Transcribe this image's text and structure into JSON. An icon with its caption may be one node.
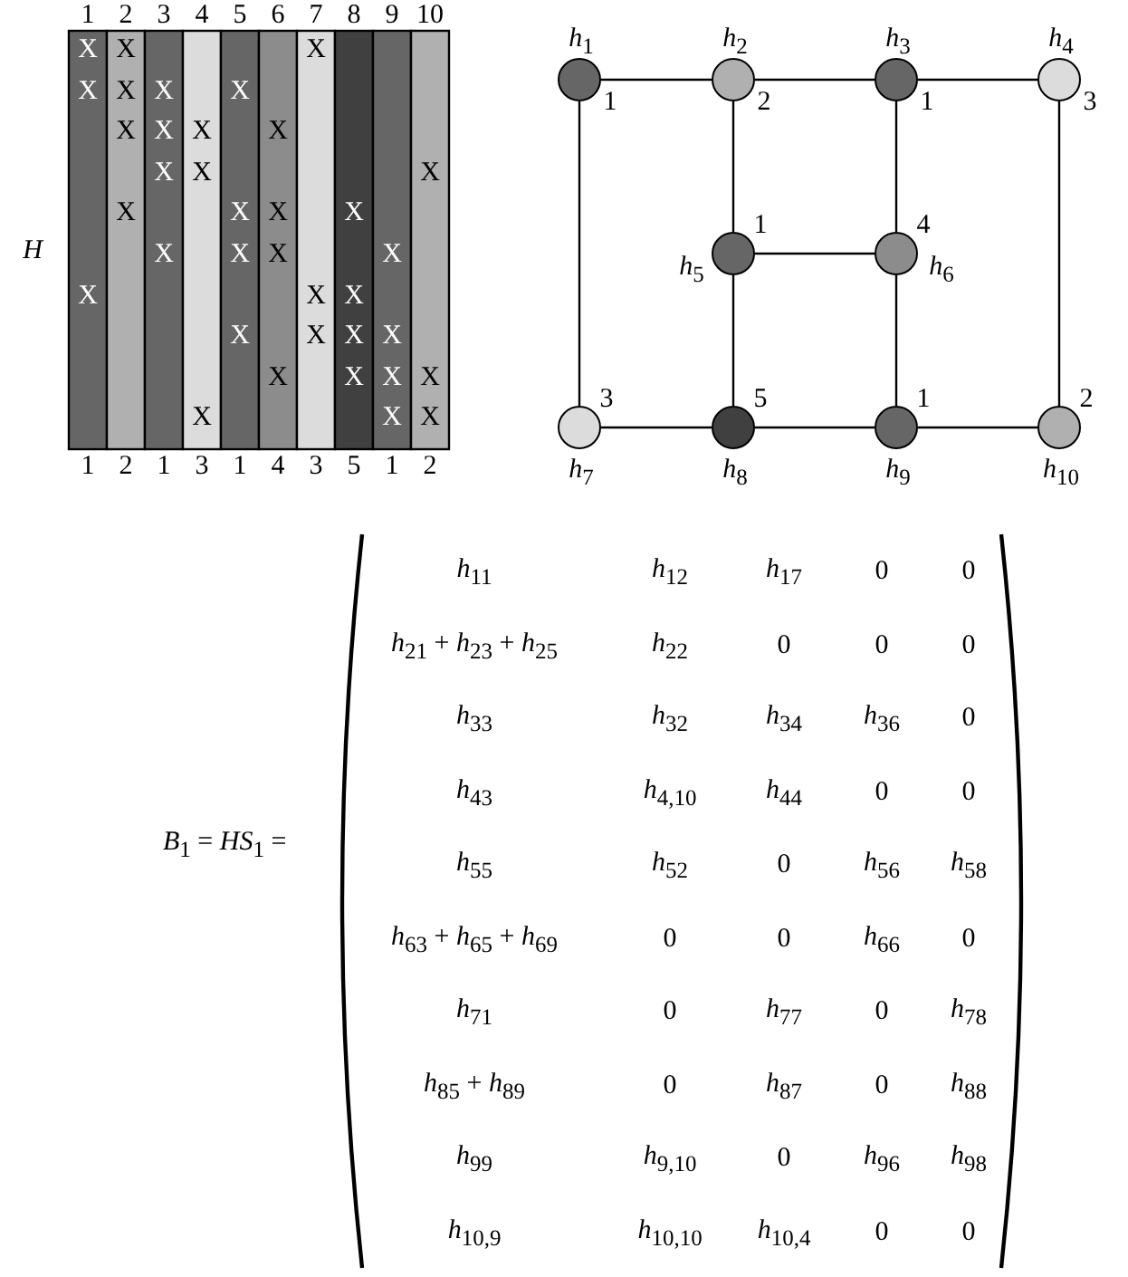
{
  "diagram": {
    "nodes": [
      {
        "text": [
          "*h*$_{1}$"
        ],
        "beside": [
          "1"
        ]
      },
      {
        "text": [
          "*h*$_{2}$"
        ],
        "beside": [
          "2"
        ]
      },
      {
        "text": [
          "*h*$_{3}$"
        ],
        "beside": [
          "1"
        ]
      },
      {
        "text": [
          "*h*$_{4}$"
        ],
        "beside": [
          "3"
        ]
      },
      {
        "text": [
          "*h*$_{5}$"
        ],
        "beside": [
          "1"
        ]
      },
      {
        "text": [
          "*h*$_{6}$"
        ],
        "beside": [
          "4"
        ]
      },
      {
        "text": [
          "*h*$_{7}$"
        ],
        "beside": [
          "3"
        ]
      },
      {
        "text": [
          "*h*$_{8}$"
        ],
        "beside": [
          "5"
        ]
      },
      {
        "text": [
          "*h*$_{9}$"
        ],
        "beside": [
          "1"
        ]
      },
      {
        "text": [
          "*h*$_{10}$"
        ],
        "beside": [
          "2"
        ]
      }
    ],
    "edges": [
      {
        "from": 0,
        "to": 1,
        "arrow": "none"
      },
      {
        "from": 1,
        "to": 2,
        "arrow": "none"
      },
      {
        "from": 2,
        "to": 3,
        "arrow": "none"
      },
      {
        "from": 0,
        "to": 6,
        "arrow": "none"
      },
      {
        "from": 1,
        "to": 4,
        "arrow": "none"
      },
      {
        "from": 2,
        "to": 5,
        "arrow": "none"
      },
      {
        "from": 3,
        "to": 9,
        "arrow": "none"
      },
      {
        "from": 4,
        "to": 5,
        "arrow": "none"
      },
      {
        "from": 4,
        "to": 7,
        "arrow": "none"
      },
      {
        "from": 5,
        "to": 8,
        "arrow": "none"
      },
      {
        "from": 6,
        "to": 7,
        "arrow": "none"
      },
      {
        "from": 7,
        "to": 8,
        "arrow": "none"
      },
      {
        "from": 8,
        "to": 9,
        "arrow": "none"
      }
    ],
    "labels": [
      "1",
      "2",
      "3",
      "4",
      "5",
      "6",
      "7",
      "8",
      "9",
      "10",
      "*H*",
      "X",
      "X",
      "X",
      "X",
      "X",
      "X",
      "X",
      "X",
      "X",
      "X",
      "X",
      "X",
      "X",
      "X",
      "X",
      "X",
      "X",
      "X",
      "X",
      "X",
      "X",
      "X",
      "X",
      "X",
      "X",
      "X",
      "X",
      "X",
      "X",
      "X",
      "X",
      "X",
      "X",
      "X",
      "X",
      "X",
      "1",
      "2",
      "1",
      "3",
      "1",
      "4",
      "3",
      "5",
      "1",
      "2",
      "*B*$_{1}$ = *HS*$_{1}$ =",
      "*h*$_{11}$",
      "*h*$_{12}$",
      "*h*$_{17}$",
      "0",
      "0",
      "*h*$_{21}$ + *h*$_{23}$ + *h*$_{25}$",
      "*h*$_{22}$",
      "0",
      "0",
      "0",
      "*h*$_{33}$",
      "*h*$_{32}$",
      "*h*$_{34}$",
      "*h*$_{36}$",
      "0",
      "*h*$_{43}$",
      "*h*$_{4,10}$",
      "*h*$_{44}$",
      "0",
      "0",
      "*h*$_{55}$",
      "*h*$_{52}$",
      "0",
      "*h*$_{56}$",
      "*h*$_{58}$",
      "*h*$_{63}$ + *h*$_{65}$ + *h*$_{69}$",
      "0",
      "0",
      "*h*$_{66}$",
      "0",
      "*h*$_{71}$",
      "0",
      "*h*$_{77}$",
      "0",
      "*h*$_{78}$",
      "*h*$_{85}$ + *h*$_{89}$",
      "0",
      "*h*$_{87}$",
      "0",
      "*h*$_{88}$",
      "*h*$_{99}$",
      "*h*$_{9,10}$",
      "0",
      "*h*$_{96}$",
      "*h*$_{98}$",
      "*h*$_{10,9}$",
      "*h*$_{10,10}$",
      "*h*$_{10,4}$",
      "0",
      "0"
    ]
  }
}
